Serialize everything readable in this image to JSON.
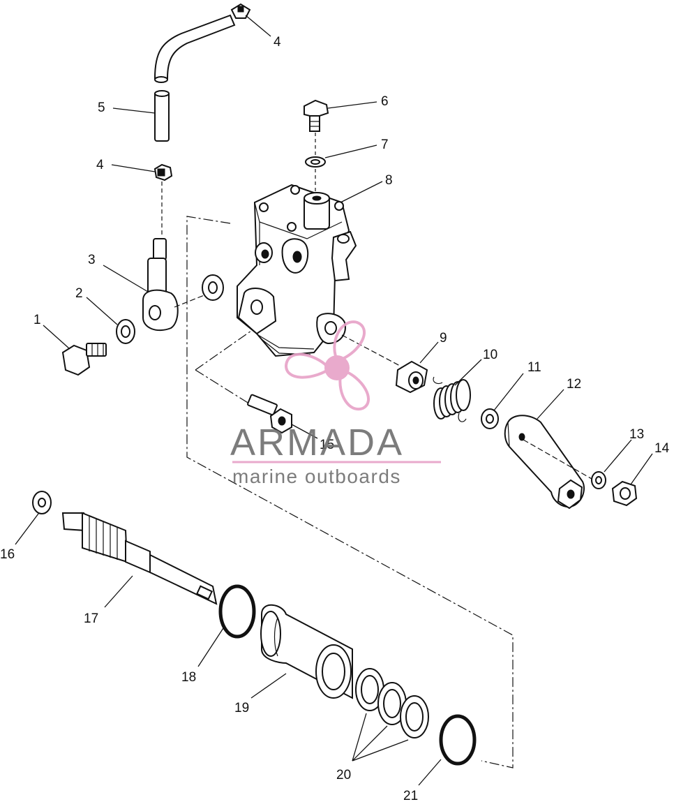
{
  "parts": [
    {
      "id": "1",
      "label": "1"
    },
    {
      "id": "2",
      "label": "2"
    },
    {
      "id": "3",
      "label": "3"
    },
    {
      "id": "4a",
      "label": "4"
    },
    {
      "id": "4b",
      "label": "4"
    },
    {
      "id": "5",
      "label": "5"
    },
    {
      "id": "6",
      "label": "6"
    },
    {
      "id": "7",
      "label": "7"
    },
    {
      "id": "8",
      "label": "8"
    },
    {
      "id": "9",
      "label": "9"
    },
    {
      "id": "10",
      "label": "10"
    },
    {
      "id": "11",
      "label": "11"
    },
    {
      "id": "12",
      "label": "12"
    },
    {
      "id": "13",
      "label": "13"
    },
    {
      "id": "14",
      "label": "14"
    },
    {
      "id": "15",
      "label": "15"
    },
    {
      "id": "16",
      "label": "16"
    },
    {
      "id": "17",
      "label": "17"
    },
    {
      "id": "18",
      "label": "18"
    },
    {
      "id": "19",
      "label": "19"
    },
    {
      "id": "20",
      "label": "20"
    },
    {
      "id": "21",
      "label": "21"
    }
  ],
  "watermark": {
    "brand": "ARMADA",
    "tagline": "marine outboards",
    "accent_color": "#e7a1c7",
    "text_color": "#6e6e6e",
    "logo_icon": "propeller-icon"
  }
}
